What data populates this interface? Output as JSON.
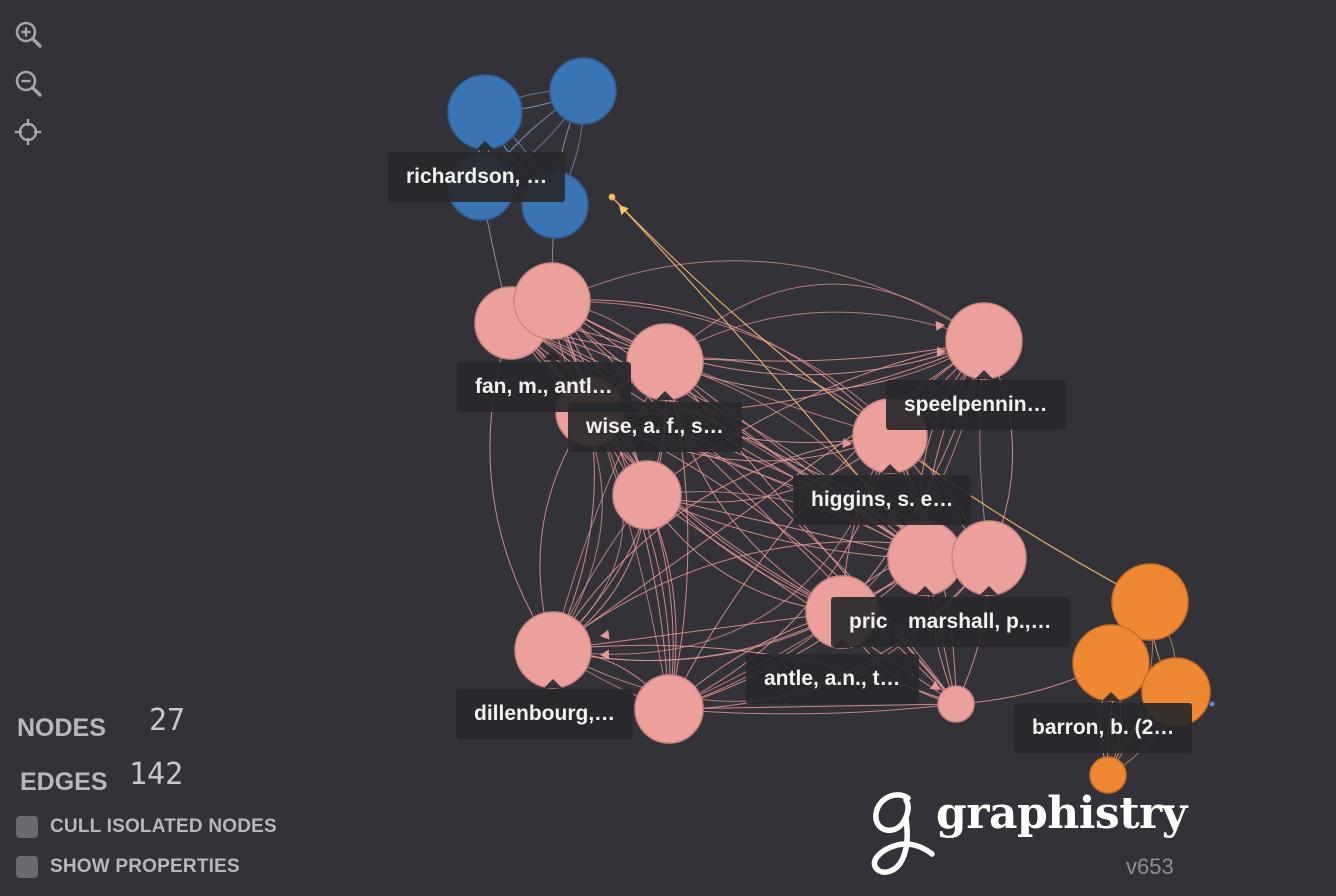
{
  "toolbar": {
    "zoom_in_icon": "zoom-in-icon",
    "zoom_out_icon": "zoom-out-icon",
    "center_icon": "crosshair-icon"
  },
  "stats": {
    "nodes_label": "NODES",
    "nodes_value": "27",
    "edges_label": "EDGES",
    "edges_value": "142"
  },
  "options": {
    "cull_label": "CULL ISOLATED NODES",
    "cull_checked": false,
    "props_label": "SHOW PROPERTIES",
    "props_checked": false
  },
  "brand": {
    "name": "graphistry",
    "version": "v653"
  },
  "colors": {
    "background": "#333238",
    "blue_cluster": "#3a74b2",
    "pink_cluster": "#eca09c",
    "orange_cluster": "#ef8832",
    "pink_edge": "#e59a9a",
    "orange_edge": "#f2b870",
    "blue_edge": "#8aa8d0"
  },
  "labels": [
    "richardson, …",
    "fan, m., antl…",
    "wise, a. f., s…",
    "speelpennin…",
    "higgins, s. e…",
    "pric",
    "marshall, p.,…",
    "antle, a.n., t…",
    "dillenbourg,…",
    "barron, b. (2…"
  ]
}
